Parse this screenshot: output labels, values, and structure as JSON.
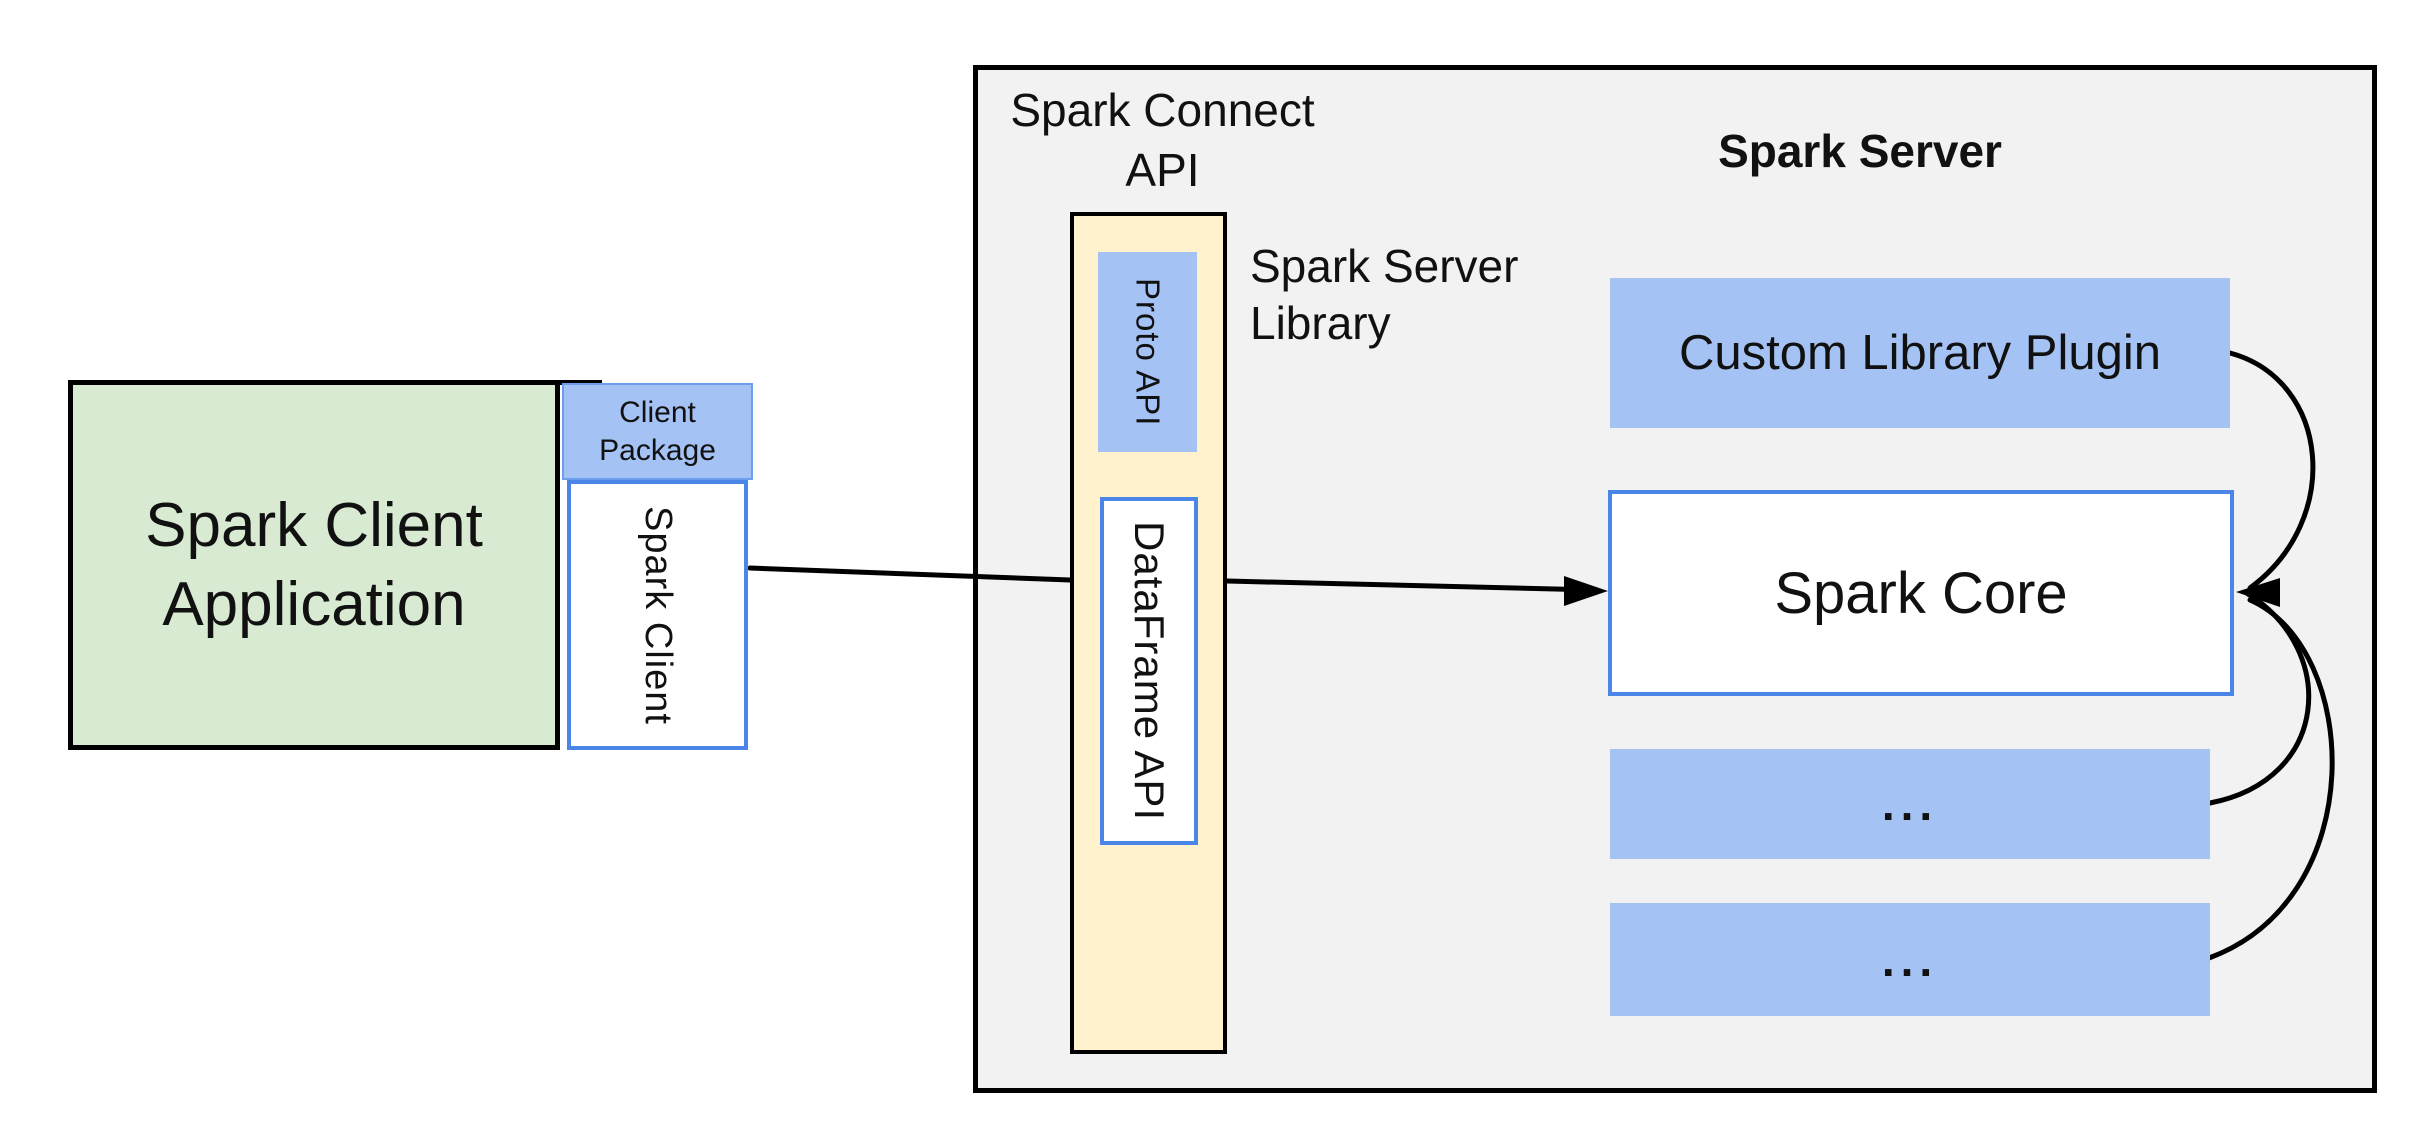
{
  "diagram": {
    "client_app": {
      "line1": "Spark Client",
      "line2": "Application"
    },
    "client_package": {
      "line1": "Client",
      "line2": "Package"
    },
    "spark_client": {
      "label": "Spark Client"
    },
    "connect_api": {
      "line1": "Spark Connect",
      "line2": "API"
    },
    "library_bar": {
      "proto_api": {
        "label": "Proto  API"
      },
      "dataframe_api": {
        "label": "DataFrame API"
      }
    },
    "server_library": {
      "line1": "Spark Server",
      "line2": "Library"
    },
    "server": {
      "title": "Spark Server"
    },
    "custom_plugin": {
      "label": "Custom Library Plugin"
    },
    "spark_core": {
      "label": "Spark Core"
    },
    "plugin_slot_1": {
      "label": "..."
    },
    "plugin_slot_2": {
      "label": "..."
    }
  },
  "colors": {
    "background": "#ffffff",
    "server_container_fill": "#F2F2F2",
    "client_app_fill": "#D9EAD3",
    "blue_fill": "#A4C2F4",
    "blue_border": "#4A86E8",
    "package_border": "#6D9EEB",
    "library_bar_fill": "#FFF2CC",
    "line_color": "#000000",
    "text_color": "#111111"
  }
}
